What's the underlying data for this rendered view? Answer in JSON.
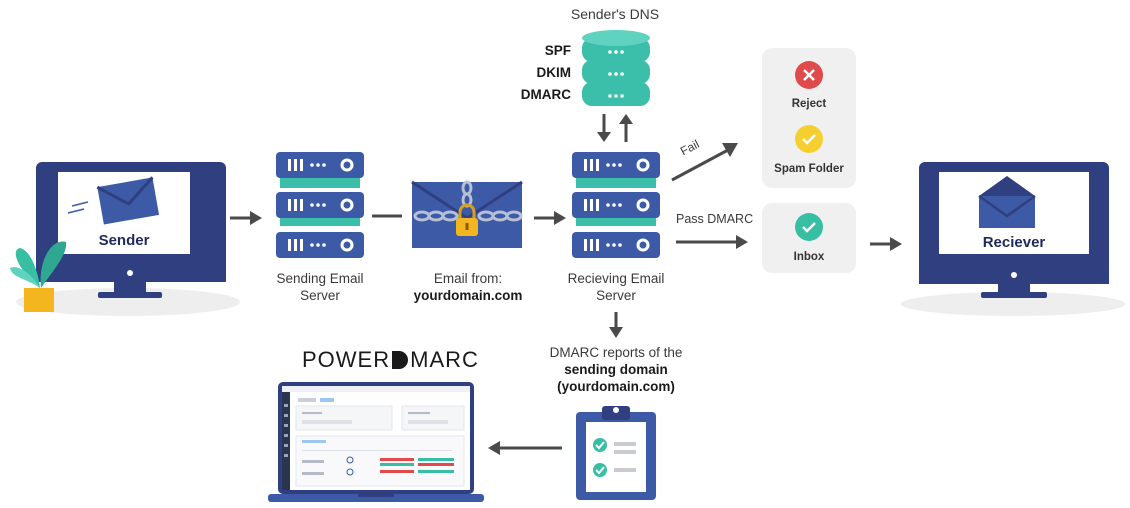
{
  "dns": {
    "title": "Sender's DNS",
    "records": [
      "SPF",
      "DKIM",
      "DMARC"
    ]
  },
  "sender": {
    "label": "Sender"
  },
  "receiver": {
    "label": "Reciever"
  },
  "sending_server": {
    "line1": "Sending Email",
    "line2": "Server"
  },
  "email": {
    "line1": "Email from:",
    "line2": "yourdomain.com"
  },
  "receiving_server": {
    "line1": "Recieving Email",
    "line2": "Server"
  },
  "branches": {
    "fail": "Fail",
    "pass": "Pass DMARC"
  },
  "outcomes": {
    "reject": "Reject",
    "spam": "Spam Folder",
    "inbox": "Inbox"
  },
  "reports": {
    "line1": "DMARC reports of the",
    "line2": "sending domain",
    "line3": "(yourdomain.com)"
  },
  "brand": {
    "part1": "POWER",
    "part2": "MARC"
  },
  "colors": {
    "navy": "#2f3f80",
    "teal": "#3bbfaa",
    "blue": "#3c5aa6",
    "arrow": "#4a4a4a",
    "red": "#e04a4a",
    "yellow": "#f5cf2f",
    "green": "#38bfa3",
    "card": "#f0f0f0"
  }
}
